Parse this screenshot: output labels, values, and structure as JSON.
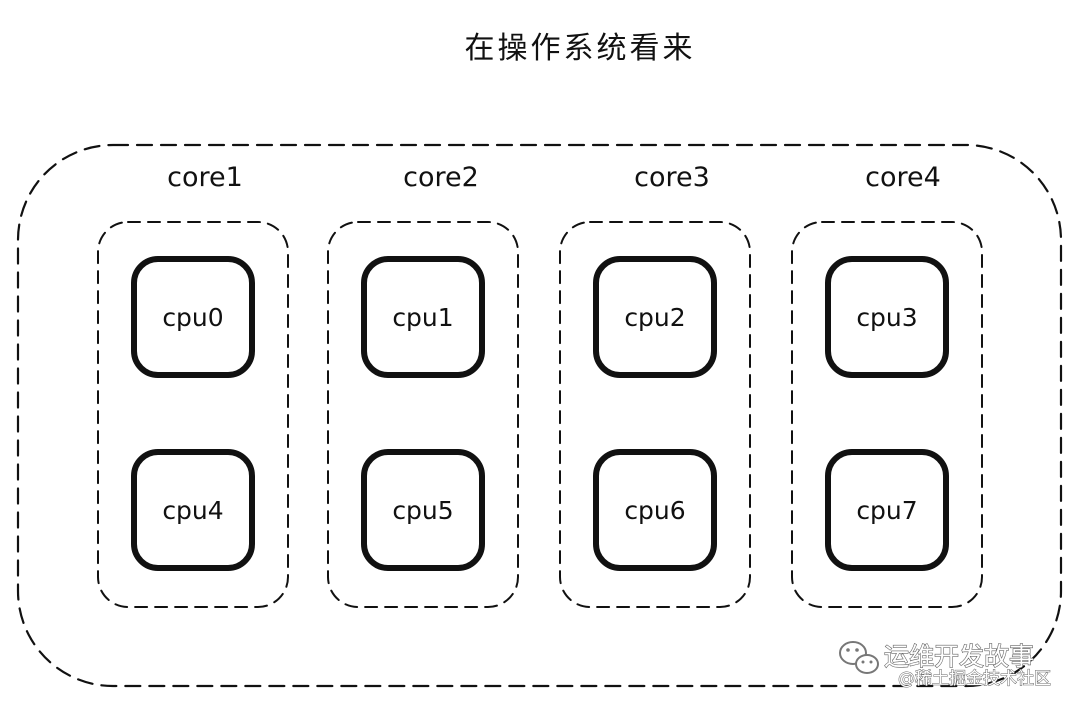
{
  "title": "在操作系统看来",
  "cores": [
    {
      "label": "core1",
      "cpus": [
        "cpu0",
        "cpu4"
      ]
    },
    {
      "label": "core2",
      "cpus": [
        "cpu1",
        "cpu5"
      ]
    },
    {
      "label": "core3",
      "cpus": [
        "cpu2",
        "cpu6"
      ]
    },
    {
      "label": "core4",
      "cpus": [
        "cpu3",
        "cpu7"
      ]
    }
  ],
  "watermark": {
    "main": "运维开发故事",
    "sub": "@稀土掘金技术社区",
    "icon": "wechat-icon"
  },
  "colors": {
    "stroke": "#111111",
    "background": "#ffffff"
  }
}
